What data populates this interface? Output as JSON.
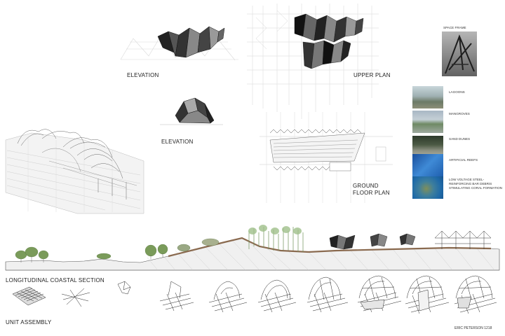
{
  "labels": {
    "elevation_top": "ELEVATION",
    "upper_plan": "UPPER PLAN",
    "elevation_mid": "ELEVATION",
    "ground_floor_plan_line1": "GROUND",
    "ground_floor_plan_line2": "FLOOR PLAN",
    "longitudinal_section": "LONGITUDINAL COASTAL SECTION",
    "unit_assembly": "UNIT ASSEMBLY",
    "author": "ERIC PETERSON 1218"
  },
  "reference_panel": {
    "space_frame_title": "SPACE FRAME",
    "items": [
      {
        "label": "LAGOONS",
        "color": "#7f8f86"
      },
      {
        "label": "MANGROVES",
        "color": "#8c9a97"
      },
      {
        "label": "SAND DUNES",
        "color": "#5d6258"
      },
      {
        "label": "ARTIFICIAL REEFS",
        "color": "#2f6fb8"
      },
      {
        "label": "LOW VOLTAGE STEEL-\nREINFORCING BAR DEBRIS\nSTIMULATING CORAL FORMATION",
        "color": "#2a79b8"
      }
    ]
  },
  "colors": {
    "water": "#cfe6ee",
    "line": "#555555",
    "vegetation": "#7a9b5a",
    "soil": "#8a6a4f"
  }
}
